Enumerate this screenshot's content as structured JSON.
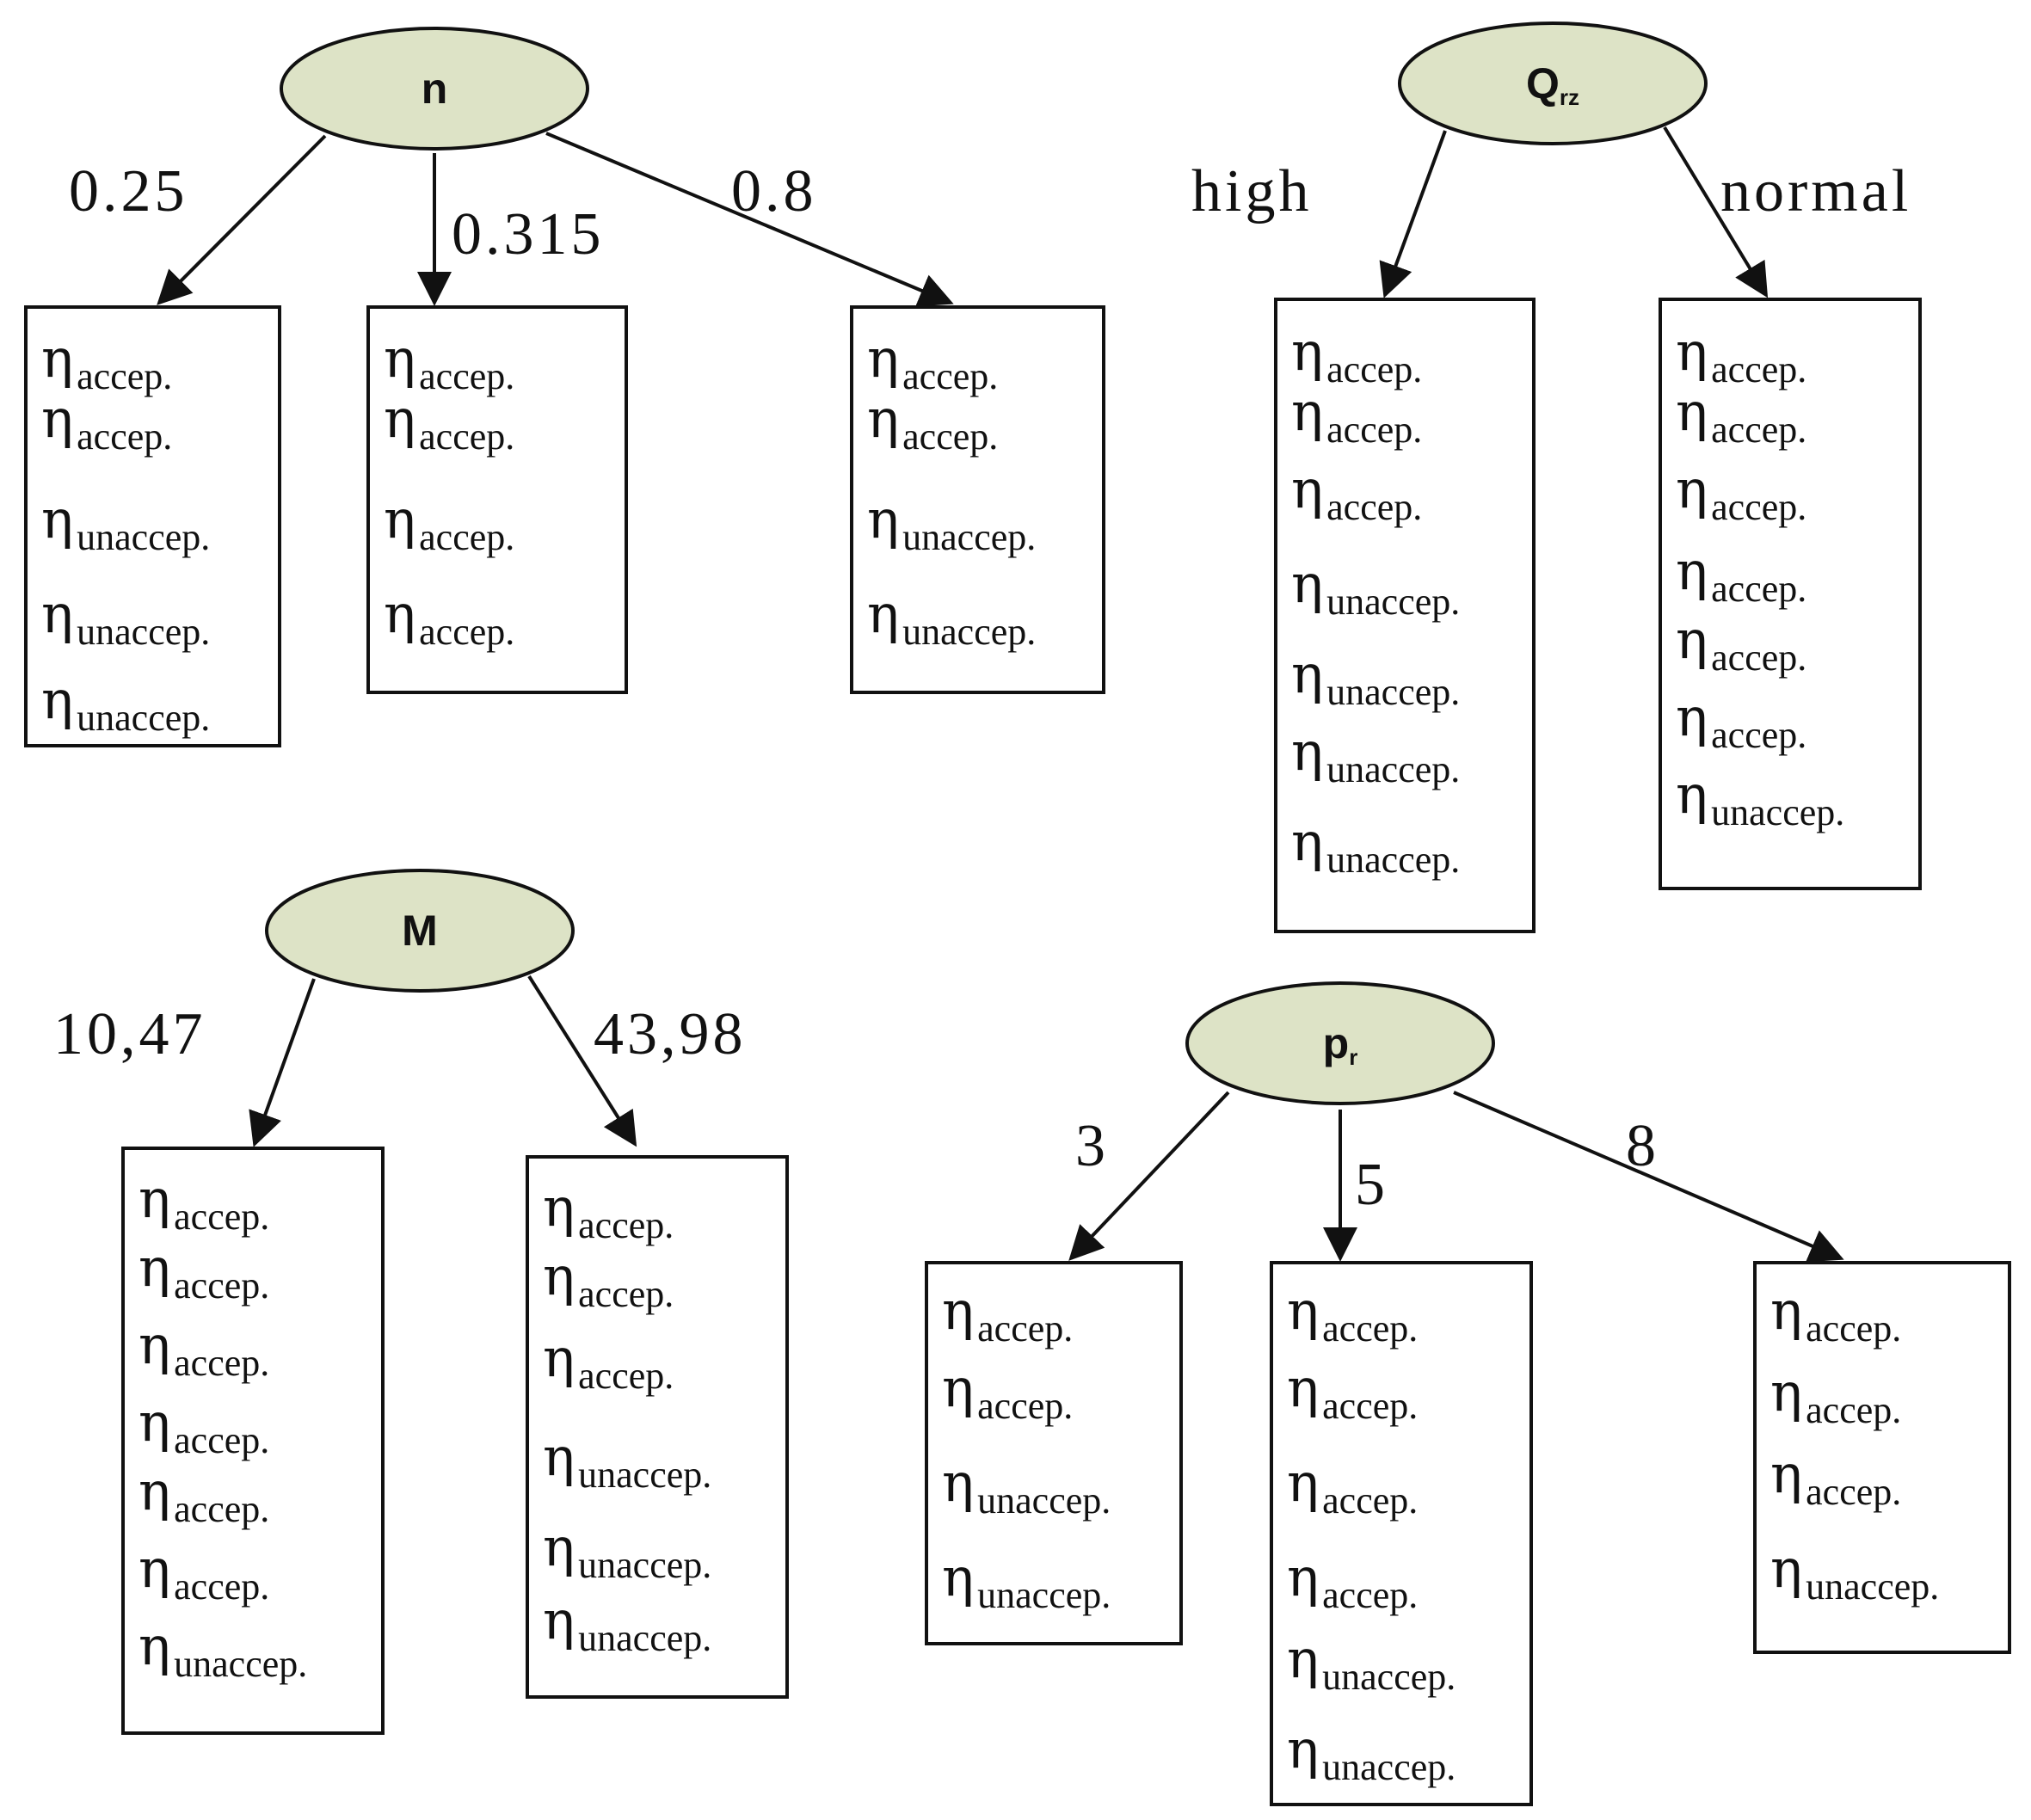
{
  "trees": [
    {
      "root": {
        "main": "n",
        "sub": ""
      },
      "branches": [
        {
          "label": "0.25",
          "items": [
            "accep.",
            "accep.",
            "unaccep.",
            "unaccep.",
            "unaccep."
          ]
        },
        {
          "label": "0.315",
          "items": [
            "accep.",
            "accep.",
            "accep.",
            "accep."
          ]
        },
        {
          "label": "0.8",
          "items": [
            "accep.",
            "accep.",
            "unaccep.",
            "unaccep."
          ]
        }
      ]
    },
    {
      "root": {
        "main": "Q",
        "sub": "rz"
      },
      "branches": [
        {
          "label": "high",
          "items": [
            "accep.",
            "accep.",
            "accep.",
            "unaccep.",
            "unaccep.",
            "unaccep.",
            "unaccep."
          ]
        },
        {
          "label": "normal",
          "items": [
            "accep.",
            "accep.",
            "accep.",
            "accep.",
            "accep.",
            "accep.",
            "unaccep."
          ]
        }
      ]
    },
    {
      "root": {
        "main": "M",
        "sub": ""
      },
      "branches": [
        {
          "label": "10,47",
          "items": [
            "accep.",
            "accep.",
            "accep.",
            "accep.",
            "accep.",
            "accep.",
            "unaccep."
          ]
        },
        {
          "label": "43,98",
          "items": [
            "accep.",
            "accep.",
            "accep.",
            "unaccep.",
            "unaccep.",
            "unaccep."
          ]
        }
      ]
    },
    {
      "root": {
        "main": "p",
        "sub": "r"
      },
      "branches": [
        {
          "label": "3",
          "items": [
            "accep.",
            "accep.",
            "unaccep.",
            "unaccep."
          ]
        },
        {
          "label": "5",
          "items": [
            "accep.",
            "accep.",
            "accep.",
            "accep.",
            "unaccep.",
            "unaccep."
          ]
        },
        {
          "label": "8",
          "items": [
            "accep.",
            "accep.",
            "accep.",
            "unaccep."
          ]
        }
      ]
    }
  ],
  "symbol": "η",
  "colors": {
    "node_fill": "#dde3c6",
    "stroke": "#111111",
    "text": "#111111"
  }
}
